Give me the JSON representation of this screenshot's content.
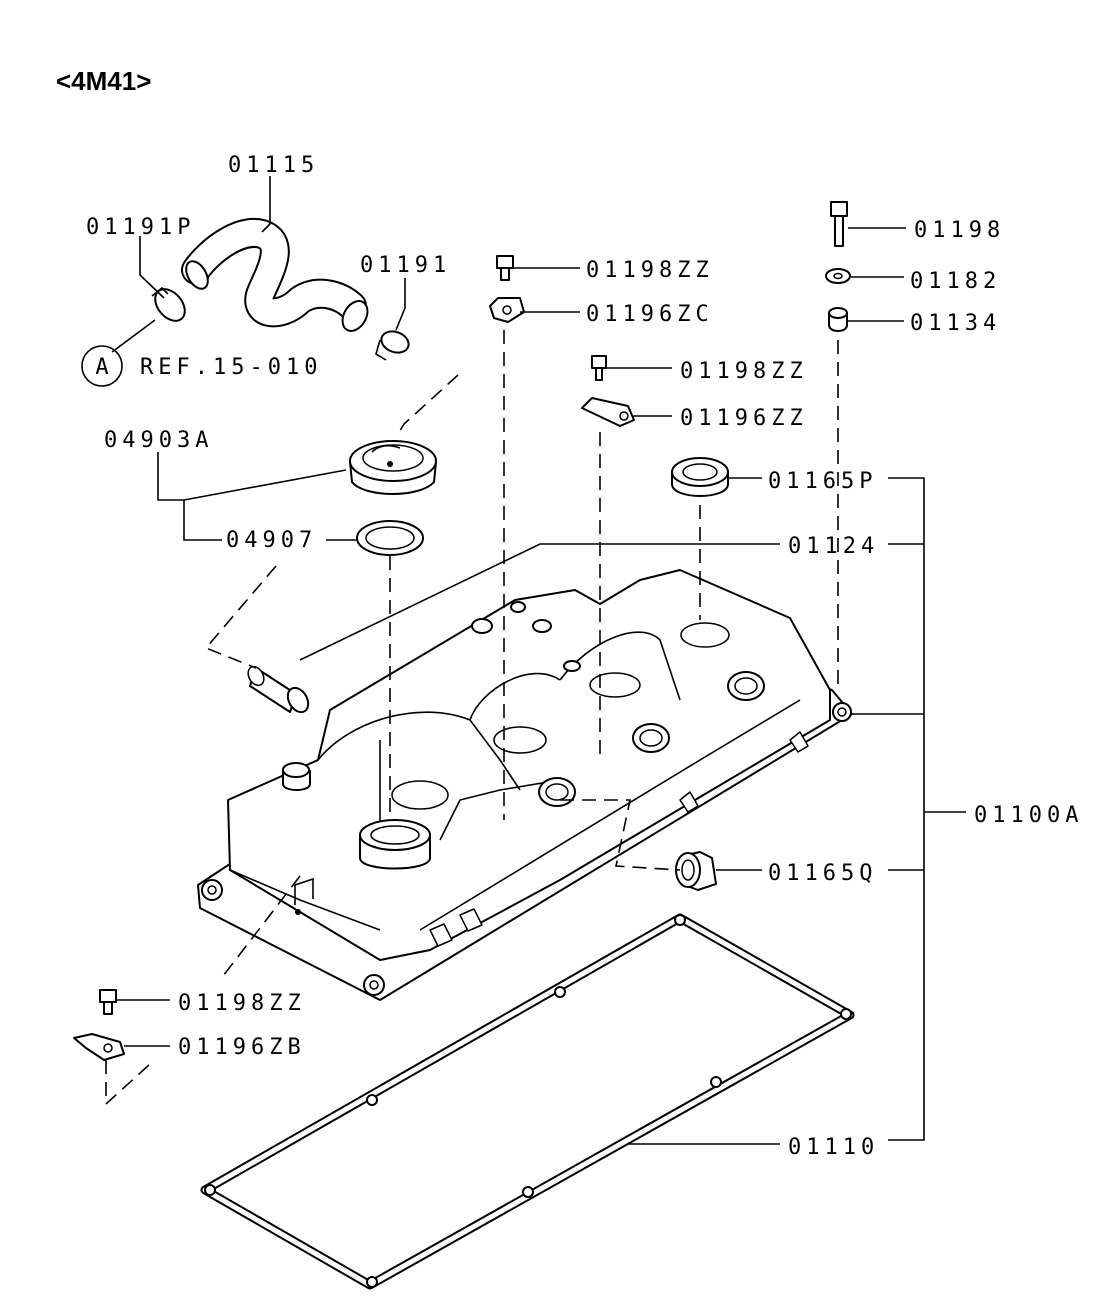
{
  "diagram": {
    "title": "<4M41>",
    "ref": {
      "circle_letter": "A",
      "text": "REF.15-010"
    },
    "parts": {
      "p01115": "01115",
      "p01191P": "01191P",
      "p01191": "01191",
      "p01198ZZ_a": "01198ZZ",
      "p01196ZC": "01196ZC",
      "p01198": "01198",
      "p01182": "01182",
      "p01134": "01134",
      "p01198ZZ_b": "01198ZZ",
      "p01196ZZ": "01196ZZ",
      "p04903A": "04903A",
      "p04907": "04907",
      "p01165P": "01165P",
      "p01124": "01124",
      "p01100A": "01100A",
      "p01165Q": "01165Q",
      "p01198ZZ_c": "01198ZZ",
      "p01196ZB": "01196ZB",
      "p01110": "01110"
    }
  }
}
